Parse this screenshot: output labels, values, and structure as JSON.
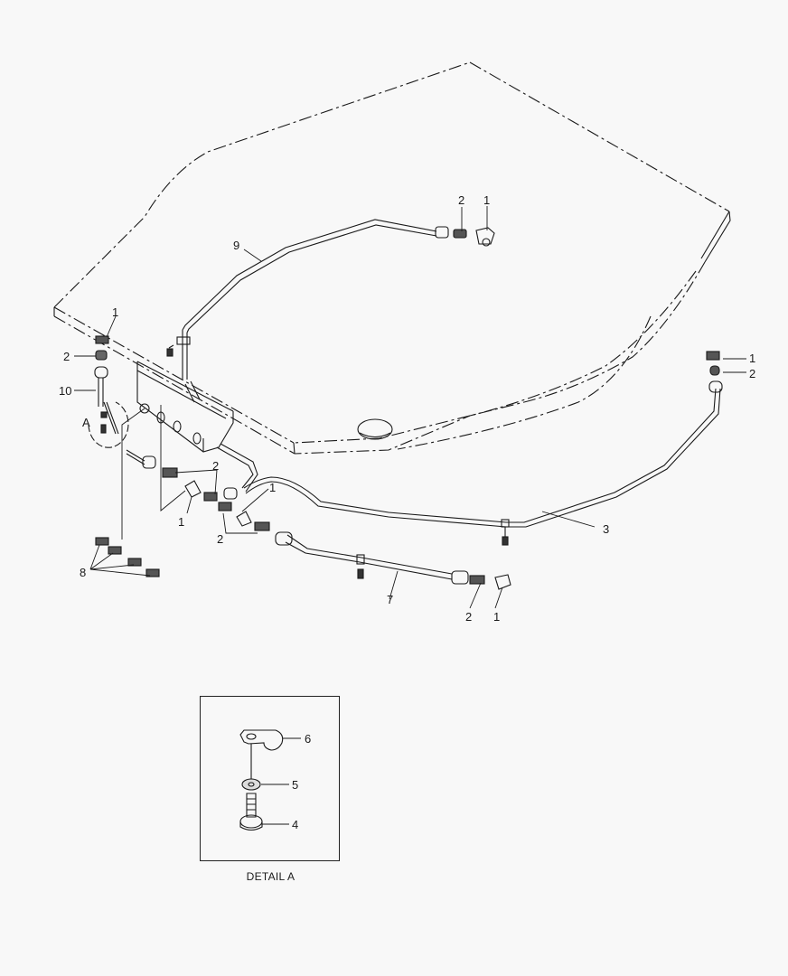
{
  "diagram": {
    "type": "exploded parts diagram",
    "background": "#f8f8f8",
    "line_color": "#1a1a1a",
    "callouts": {
      "pipe9": {
        "item": "9",
        "label": "9"
      },
      "pipe9_fitting_2": {
        "item": "2",
        "label": "2"
      },
      "pipe9_fitting_1": {
        "item": "1",
        "label": "1"
      },
      "left_top_1": {
        "item": "1",
        "label": "1"
      },
      "left_2": {
        "item": "2",
        "label": "2"
      },
      "hose10": {
        "item": "10",
        "label": "10"
      },
      "detailA_marker": {
        "item": "A",
        "label": "A"
      },
      "mid_2a": {
        "item": "2",
        "label": "2"
      },
      "mid_1a": {
        "item": "1",
        "label": "1"
      },
      "mid_1b": {
        "item": "1",
        "label": "1"
      },
      "mid_2b": {
        "item": "2",
        "label": "2"
      },
      "nipples8": {
        "item": "8",
        "label": "8"
      },
      "right_1": {
        "item": "1",
        "label": "1"
      },
      "right_2": {
        "item": "2",
        "label": "2"
      },
      "pipe3": {
        "item": "3",
        "label": "3"
      },
      "pipe7": {
        "item": "7",
        "label": "7"
      },
      "pipe7_fitting_2": {
        "item": "2",
        "label": "2"
      },
      "pipe7_fitting_1": {
        "item": "1",
        "label": "1"
      }
    },
    "detail_a": {
      "caption": "DETAIL  A",
      "callouts": {
        "clamp": {
          "item": "6",
          "label": "6"
        },
        "washer": {
          "item": "5",
          "label": "5"
        },
        "bolt": {
          "item": "4",
          "label": "4"
        }
      }
    }
  }
}
